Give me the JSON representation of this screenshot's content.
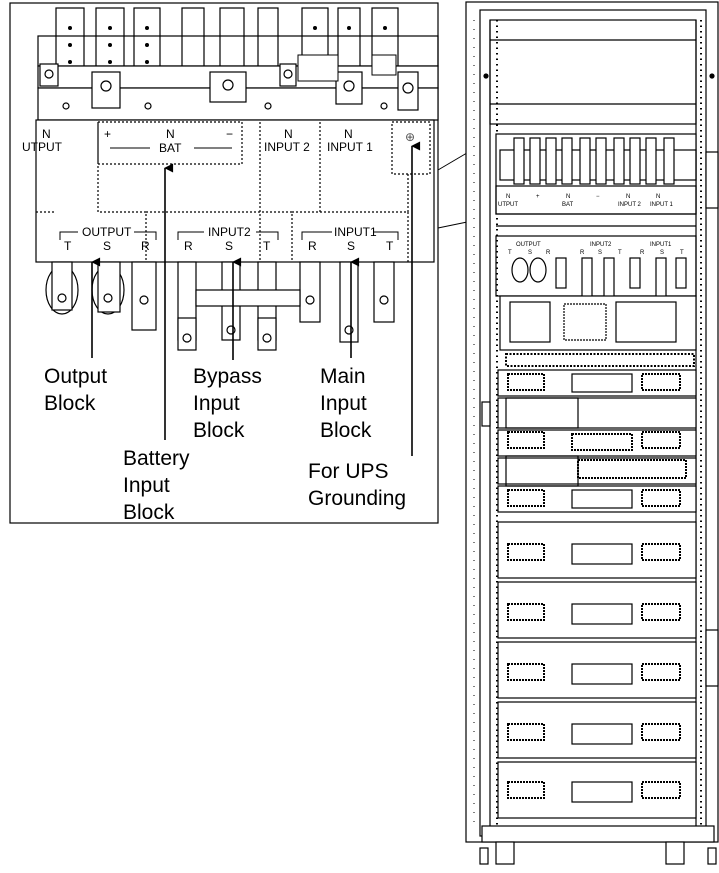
{
  "callouts": {
    "output_block": [
      "Output",
      "Block"
    ],
    "bypass_input_block": [
      "Bypass",
      "Input",
      "Block"
    ],
    "main_input_block": [
      "Main",
      "Input",
      "Block"
    ],
    "battery_input_block": [
      "Battery",
      "Input",
      "Block"
    ],
    "ups_grounding": [
      "For UPS",
      "Grounding"
    ]
  },
  "terminals": {
    "n_output": [
      "N",
      "UTPUT"
    ],
    "bat": {
      "plus": "+",
      "n": "N",
      "minus": "−",
      "label": "BAT"
    },
    "n_input2": [
      "N",
      "INPUT 2"
    ],
    "n_input1": [
      "N",
      "INPUT 1"
    ],
    "output_group": {
      "label": "OUTPUT",
      "phases": [
        "T",
        "S",
        "R"
      ]
    },
    "input2_group": {
      "label": "INPUT2",
      "phases": [
        "R",
        "S",
        "T"
      ]
    },
    "input1_group": {
      "label": "INPUT1",
      "phases": [
        "R",
        "S",
        "T"
      ]
    }
  },
  "cabinet_small_labels": {
    "n_output": [
      "N",
      "UTPUT"
    ],
    "bat": [
      "+",
      "N",
      "−",
      "BAT"
    ],
    "n_input2": [
      "N",
      "INPUT 2"
    ],
    "n_input1": [
      "N",
      "INPUT 1"
    ],
    "output_group": [
      "OUTPUT",
      "T",
      "S",
      "R"
    ],
    "input2_group": [
      "INPUT2",
      "R",
      "S",
      "T"
    ],
    "input1_group": [
      "INPUT1",
      "R",
      "S",
      "T"
    ]
  },
  "ground_symbol": "⊕",
  "colors": {
    "line": "#000000",
    "background": "#ffffff"
  }
}
